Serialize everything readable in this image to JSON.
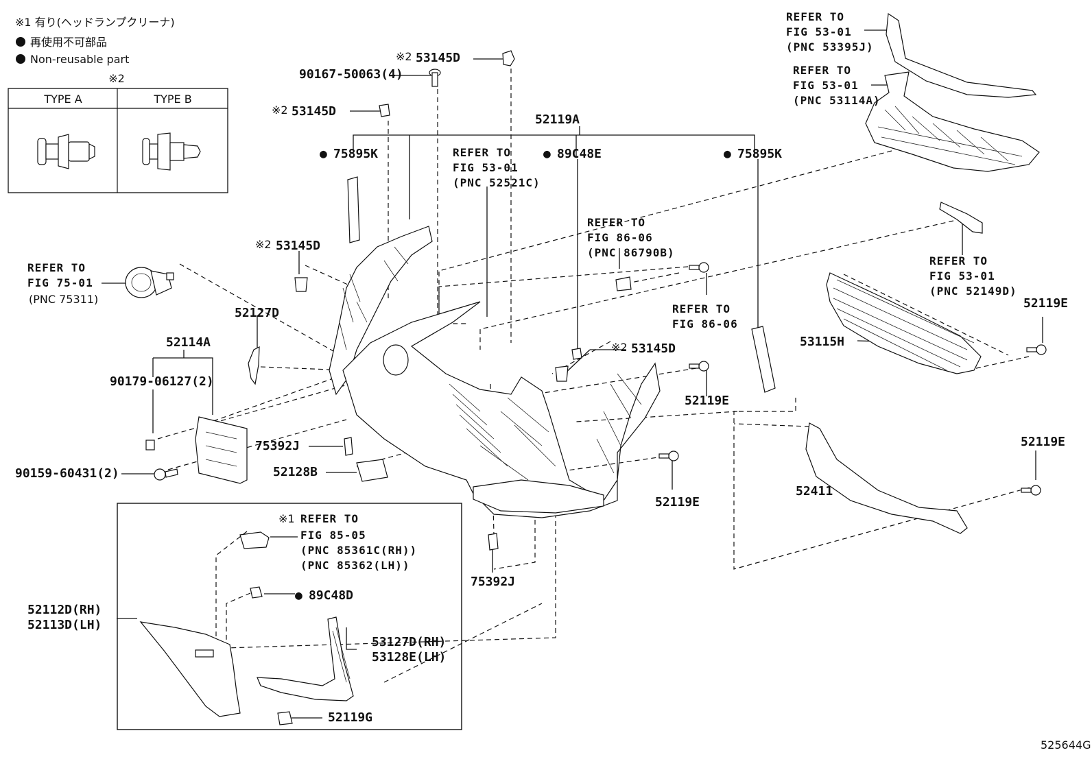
{
  "legend": {
    "note_x1": "※1 有り(ヘッドランプクリーナ)",
    "note_jp": "再使用不可部品",
    "note_en": "Non-reusable part",
    "table_mark": "※2",
    "type_a": "TYPE A",
    "type_b": "TYPE B"
  },
  "refs": {
    "r53395j": [
      "REFER TO",
      "FIG 53-01",
      "(PNC 53395J)"
    ],
    "r53114a": [
      "REFER TO",
      "FIG 53-01",
      "(PNC 53114A)"
    ],
    "r52521c": [
      "REFER TO",
      "FIG 53-01",
      "(PNC 52521C)"
    ],
    "r86790b": [
      "REFER TO",
      "FIG 86-06",
      "(PNC 86790B)"
    ],
    "r75311": [
      "REFER TO",
      "FIG 75-01",
      "(PNC 75311)"
    ],
    "r8606": [
      "REFER TO",
      "FIG 86-06"
    ],
    "r52149d": [
      "REFER TO",
      "FIG 53-01",
      "(PNC 52149D)"
    ],
    "r85": [
      "REFER TO",
      "FIG 85-05",
      "(PNC 85361C(RH))",
      "(PNC 85362(LH))"
    ]
  },
  "marks": {
    "x1": "※1",
    "x2": "※2",
    "dot": "●"
  },
  "parts": {
    "p53145d": "53145D",
    "p9016750063": "90167-50063(4)",
    "p52119a": "52119A",
    "p75895k": "75895K",
    "p89c48e": "89C48E",
    "p52127d": "52127D",
    "p52114a": "52114A",
    "p9017906127": "90179-06127(2)",
    "p9015960431": "90159-60431(2)",
    "p75392j": "75392J",
    "p52128b": "52128B",
    "p52119e": "52119E",
    "p53115h": "53115H",
    "p52411": "52411",
    "p89c48d": "89C48D",
    "p52112d": "52112D(RH)",
    "p52113d": "52113D(LH)",
    "p53127d": "53127D(RH)",
    "p53128e": "53128E(LH)",
    "p52119g": "52119G"
  },
  "diagram_id": "525644G"
}
